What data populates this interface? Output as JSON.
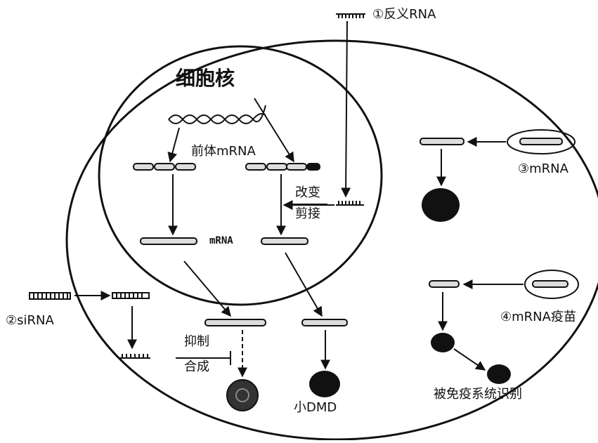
{
  "labels": {
    "nucleus": "细胞核",
    "pre_mrna": "前体mRNA",
    "mrna": "mRNA",
    "alter": "改变",
    "splice": "剪接",
    "inhibit": "抑制",
    "synthesis": "合成",
    "small_dmd": "小DMD",
    "immune_recognition": "被免疫系统识别"
  },
  "methods": [
    {
      "num": "①",
      "label": "反义RNA"
    },
    {
      "num": "②",
      "label": "siRNA"
    },
    {
      "num": "③",
      "label": "mRNA"
    },
    {
      "num": "④",
      "label": "mRNA疫苗"
    }
  ]
}
